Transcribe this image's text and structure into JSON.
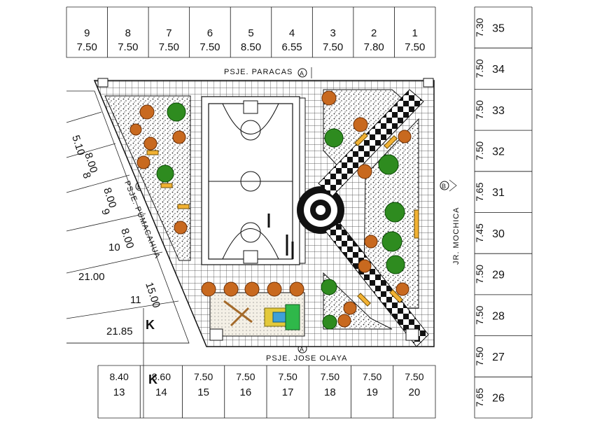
{
  "streets": {
    "north": "PSJE. PARACAS",
    "south": "PSJE. JOSE OLAYA",
    "west": "PSJE. PUMACAHUA",
    "east": "JR. MOCHICA"
  },
  "lots_top": [
    {
      "num": "9",
      "width": "7.50"
    },
    {
      "num": "8",
      "width": "7.50"
    },
    {
      "num": "7",
      "width": "7.50"
    },
    {
      "num": "6",
      "width": "7.50"
    },
    {
      "num": "5",
      "width": "8.50"
    },
    {
      "num": "4",
      "width": "6.55"
    },
    {
      "num": "3",
      "width": "7.50"
    },
    {
      "num": "2",
      "width": "7.80"
    },
    {
      "num": "1",
      "width": "7.50"
    }
  ],
  "lots_bottom": [
    {
      "num": "13",
      "width": "8.40"
    },
    {
      "num": "14",
      "width": "8.60"
    },
    {
      "num": "15",
      "width": "7.50"
    },
    {
      "num": "16",
      "width": "7.50"
    },
    {
      "num": "17",
      "width": "7.50"
    },
    {
      "num": "18",
      "width": "7.50"
    },
    {
      "num": "19",
      "width": "7.50"
    },
    {
      "num": "20",
      "width": "7.50"
    }
  ],
  "lots_right": [
    {
      "num": "35",
      "width": "7.30"
    },
    {
      "num": "34",
      "width": "7.50"
    },
    {
      "num": "33",
      "width": "7.50"
    },
    {
      "num": "32",
      "width": "7.50"
    },
    {
      "num": "31",
      "width": "7.65"
    },
    {
      "num": "30",
      "width": "7.45"
    },
    {
      "num": "29",
      "width": "7.50"
    },
    {
      "num": "28",
      "width": "7.50"
    },
    {
      "num": "27",
      "width": "7.50"
    },
    {
      "num": "26",
      "width": "7.65"
    }
  ],
  "lots_left": {
    "dim_a": "5.10",
    "dim_b": "8.00",
    "dim_c": "8.00",
    "dim_d": "8.00",
    "lot_9": "9",
    "lot_10": "10",
    "dim_e": "21.00",
    "dim_f": "15.00",
    "lot_11": "11",
    "dim_g": "21.85",
    "lot_8": "8"
  },
  "section_marks": {
    "k_upper": "K",
    "k_lower": "K",
    "north_marker": "A",
    "south_marker": "A",
    "west_marker": "B",
    "east_marker": "B"
  }
}
